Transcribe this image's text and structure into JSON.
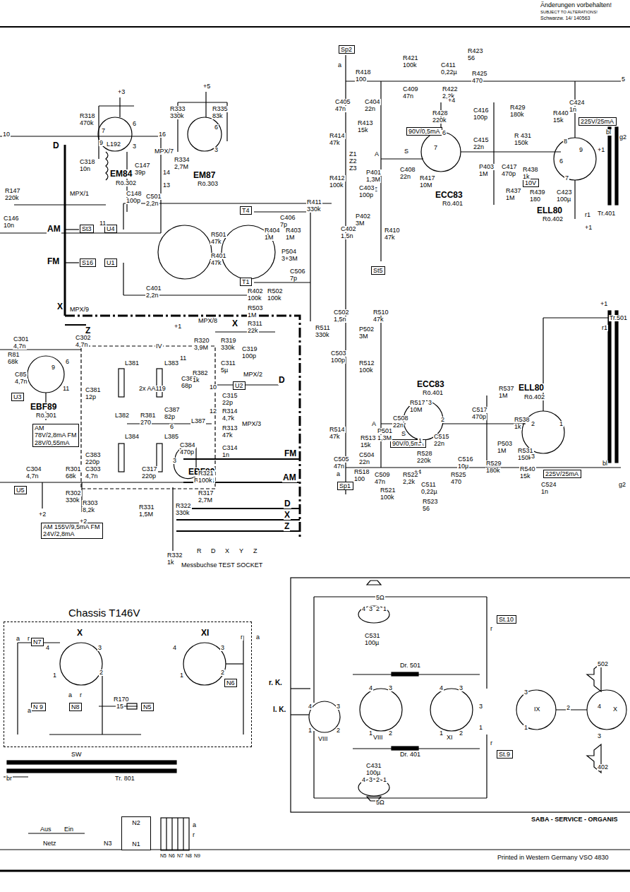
{
  "diagram": {
    "nodes": [
      {
        "text": [
          "Sp2"
        ]
      },
      {
        "text": [
          "90V/0,5mA"
        ]
      },
      {
        "text": [
          "225V/25mA"
        ]
      },
      {
        "text": [
          "10V"
        ]
      },
      {
        "text": [
          "T4"
        ]
      },
      {
        "text": [
          "St3"
        ]
      },
      {
        "text": [
          "U4"
        ]
      },
      {
        "text": [
          "S16"
        ]
      },
      {
        "text": [
          "U1"
        ]
      },
      {
        "text": [
          "T1"
        ]
      },
      {
        "text": [
          "St5"
        ]
      },
      {
        "text": [
          "U2"
        ]
      },
      {
        "text": [
          "U3"
        ]
      },
      {
        "text": [
          "AM 78V/2,8mA FM 28V/0,55mA"
        ]
      },
      {
        "text": [
          "90V/0,5mA"
        ]
      },
      {
        "text": [
          "225V/25mA"
        ]
      },
      {
        "text": [
          "Sp1"
        ]
      },
      {
        "text": [
          "U5"
        ]
      },
      {
        "text": [
          "AM 155V/9,5mA FM 24V/2,8mA"
        ]
      },
      {
        "text": [
          "Chassis T146V"
        ]
      },
      {
        "text": [
          "N7"
        ],
        "in": 19
      },
      {
        "text": [
          "N 9"
        ],
        "in": 19
      },
      {
        "text": [
          "N8"
        ],
        "in": 19
      },
      {
        "text": [
          "N5"
        ],
        "in": 19
      },
      {
        "text": [
          "N6"
        ],
        "in": 19
      },
      {
        "text": [
          "St.10"
        ]
      },
      {
        "text": [
          "St.9"
        ]
      },
      {
        "text": [
          "N2",
          "N1"
        ]
      }
    ],
    "labels": [
      "Änderungen vorbehalten!",
      "SUBJECT TO ALTERATIONS!",
      "Schwarzw. 14/ 140563",
      "10",
      "16",
      "L192",
      "C147",
      "39p",
      "14",
      "13",
      "R147",
      "220k",
      "C148",
      "100p",
      "C146",
      "10n",
      "11",
      "+3",
      "R318",
      "470k",
      "7",
      "6",
      "9",
      "3",
      "C318",
      "10n",
      "EM84",
      "Rö.302",
      "+5",
      "R333",
      "330k",
      "R335",
      "83k",
      "6",
      "3",
      "MPX/7",
      "R334",
      "2,7M",
      "EM87",
      "Rö.303",
      "D",
      "MPX/1",
      "AM",
      "FM",
      "X",
      "MPX/9",
      "Z",
      "C501",
      "2,2n",
      "C401",
      "2,2n",
      "R501",
      "47k",
      "R401",
      "47k",
      "R404",
      "1M",
      "R402",
      "100k",
      "R502",
      "100k",
      "R503",
      "1M",
      "P504",
      "3+3M",
      "C506",
      "7p",
      "R403",
      "1M",
      "C406",
      "7p",
      "a",
      "R418",
      "100",
      "R421",
      "100k",
      "C411",
      "0,22µ",
      "R423",
      "56",
      "R425",
      "470",
      "C409",
      "47n",
      "R422",
      "2,2k",
      "+4",
      "C405",
      "47n",
      "C404",
      "22n",
      "R414",
      "47k",
      "R413",
      "15k",
      "R428",
      "220k",
      "6",
      "C416",
      "100p",
      "C415",
      "22n",
      "R429",
      "180k",
      "R 431",
      "150k",
      "R440",
      "15k",
      "C424",
      "1n",
      "8",
      "9",
      "+1",
      "6",
      "7",
      "Z1",
      "Z2",
      "Z3",
      "A",
      "S",
      "7",
      "C408",
      "22n",
      "R417",
      "10M",
      "ECC83",
      "Rö.401",
      "P401",
      "1,3M",
      "E",
      "P403",
      "1M",
      "C417",
      "470p",
      "R438",
      "1k",
      "R437",
      "1M",
      "R439",
      "180",
      "C423",
      "100µ",
      "ELL80",
      "Rö.402",
      "Tr.401",
      "r1",
      "+1",
      "5",
      "bl",
      "g2",
      "R412",
      "100k",
      "C403",
      "100p",
      "R411",
      "330k",
      "P402",
      "3M",
      "C402",
      "1,5n",
      "R410",
      "47k",
      "C502",
      "1,5n",
      "R510",
      "47k",
      "R511",
      "330k",
      "P502",
      "3M",
      "C503",
      "100p",
      "R512",
      "100k",
      "ECC83",
      "Rö.401",
      "R517",
      "10M",
      "3",
      "C508",
      "22n",
      "2",
      "A",
      "S",
      "P501",
      "1,3M",
      "R514",
      "47k",
      "R513",
      "15k",
      "1",
      "C515",
      "22n",
      "R528",
      "220k",
      "+4",
      "C505",
      "47n",
      "C504",
      "22n",
      "R518",
      "100",
      "a",
      "C509",
      "47n",
      "R521",
      "100k",
      "R522",
      "2,2k",
      "C511",
      "0,22µ",
      "R523",
      "56",
      "R525",
      "470",
      "C516",
      "10µ",
      "C517",
      "470p",
      "R537",
      "1M",
      "R538",
      "1k",
      "P503",
      "1M",
      "R531",
      "150k",
      "R529",
      "180k",
      "ELL80",
      "Rö.402",
      "2",
      "1",
      "3",
      "R540",
      "15k",
      "C524",
      "1n",
      "+1",
      "Tr.501",
      "r1",
      "bl",
      "g2",
      "C301",
      "4,7n",
      "R81",
      "68k",
      "C85",
      "4,7n",
      "9",
      "6",
      "C302",
      "4,7n",
      "11",
      "EBF89",
      "Rö.301",
      "IV",
      "C381",
      "12p",
      "L381",
      "L383",
      "11",
      "C382",
      "68p",
      "2x AA119",
      "R382",
      "1k",
      "10",
      "R381",
      "270",
      "C387",
      "82p",
      "L387",
      "12",
      "L382",
      "6",
      "L384",
      "L385",
      "C383",
      "220p",
      "C384",
      "470p",
      "3",
      "EBF89",
      "Rö.301",
      "+1",
      "MPX/8",
      "X",
      "R320",
      "3,9M",
      "R319",
      "330k",
      "R311",
      "22k",
      "C319",
      "100p",
      "C311",
      "5µ",
      "MPX/2",
      "D",
      "C315",
      "22p",
      "R314",
      "4,7k",
      "MPX/3",
      "R313",
      "47k",
      "C314",
      "1n",
      "FM",
      "AM",
      "D",
      "X",
      "Z",
      "C304",
      "4,7n",
      "R301",
      "68k",
      "C303",
      "4,7n",
      "R302",
      "330k",
      "R303",
      "8,2k",
      "+2",
      "+2",
      "C317",
      "220p",
      "R321",
      "100k",
      "R331",
      "1,5M",
      "R317",
      "2,7M",
      "R322",
      "330k",
      "R332",
      "1k",
      "R",
      "D",
      "X",
      "Y",
      "Z",
      "Messbuchse TEST SOCKET",
      "X",
      "XI",
      "4",
      "3",
      "1",
      "2",
      "4",
      "3",
      "1",
      "2",
      "a",
      "r",
      "a",
      "a",
      "r",
      "a",
      "r",
      "R170",
      "15",
      "br",
      "SW",
      "Tr. 801",
      "Aus",
      "Ein",
      "Netz",
      "N3",
      "N5",
      "N6",
      "N7",
      "N8",
      "N9",
      "a",
      "r",
      "5Ω",
      "4",
      "3",
      "2",
      "1",
      "C531",
      "100µ",
      "r. K.",
      "l. K.",
      "4",
      "3",
      "1",
      "2",
      "VIII",
      "Dr. 501",
      "4",
      "3",
      "1",
      "2",
      "VIII",
      "4",
      "3",
      "1",
      "2",
      "XI",
      "Dr. 401",
      "C431",
      "100µ",
      "4",
      "3",
      "2",
      "1",
      "5Ω",
      "3",
      "1",
      "IX",
      "3",
      "2",
      "1",
      "502",
      "402",
      "4",
      "3",
      "X",
      "r",
      "r",
      "SABA - SERVICE - ORGANIS",
      "Printed in Western Germany  VSO 4830"
    ]
  }
}
